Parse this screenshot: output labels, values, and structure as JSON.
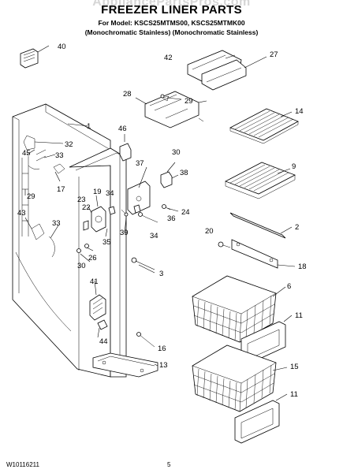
{
  "watermark": "AppliancePartsPros.com",
  "title": "FREEZER LINER PARTS",
  "subtitle_line1": "For Model: KSCS25MTMS00, KSCS25MTMK00",
  "subtitle_line2": "(Monochromatic Stainless) (Monochromatic Stainless)",
  "callouts": [
    "40",
    "1",
    "32",
    "45",
    "33",
    "17",
    "29",
    "43",
    "33",
    "46",
    "19",
    "34",
    "23",
    "22",
    "37",
    "30",
    "38",
    "24",
    "36",
    "39",
    "34",
    "35",
    "26",
    "30",
    "41",
    "44",
    "3",
    "16",
    "13",
    "42",
    "27",
    "28",
    "29",
    "14",
    "9",
    "2",
    "20",
    "18",
    "6",
    "11",
    "15",
    "11"
  ],
  "footer_code": "W10116211",
  "page_number": "5"
}
